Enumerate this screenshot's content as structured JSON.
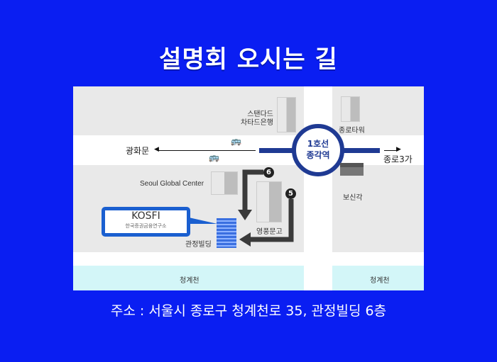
{
  "title": "설명회 오시는 길",
  "map": {
    "station": {
      "line": "1호선",
      "name": "종각역"
    },
    "west": "광화문",
    "east": "종로3가",
    "buildings": {
      "standard_1": "스탠다드",
      "standard_2": "차타드은행",
      "jongno_tower": "종로타워",
      "bosingak": "보신각",
      "seoul_global": "Seoul Global Center",
      "youngpoong": "영풍문고",
      "gwanjeong": "관정빌딩"
    },
    "exits": [
      "6",
      "5"
    ],
    "callout": {
      "name": "KOSFI",
      "sub": "한국증권금융연구소"
    },
    "stream_left": "청계천",
    "stream_right": "청계천"
  },
  "address": "주소 : 서울시 종로구 청계천로 35, 관정빌딩 6층",
  "colors": {
    "background": "#0a1ef2",
    "line1": "#1f3a93",
    "callout": "#1a5fd0"
  }
}
